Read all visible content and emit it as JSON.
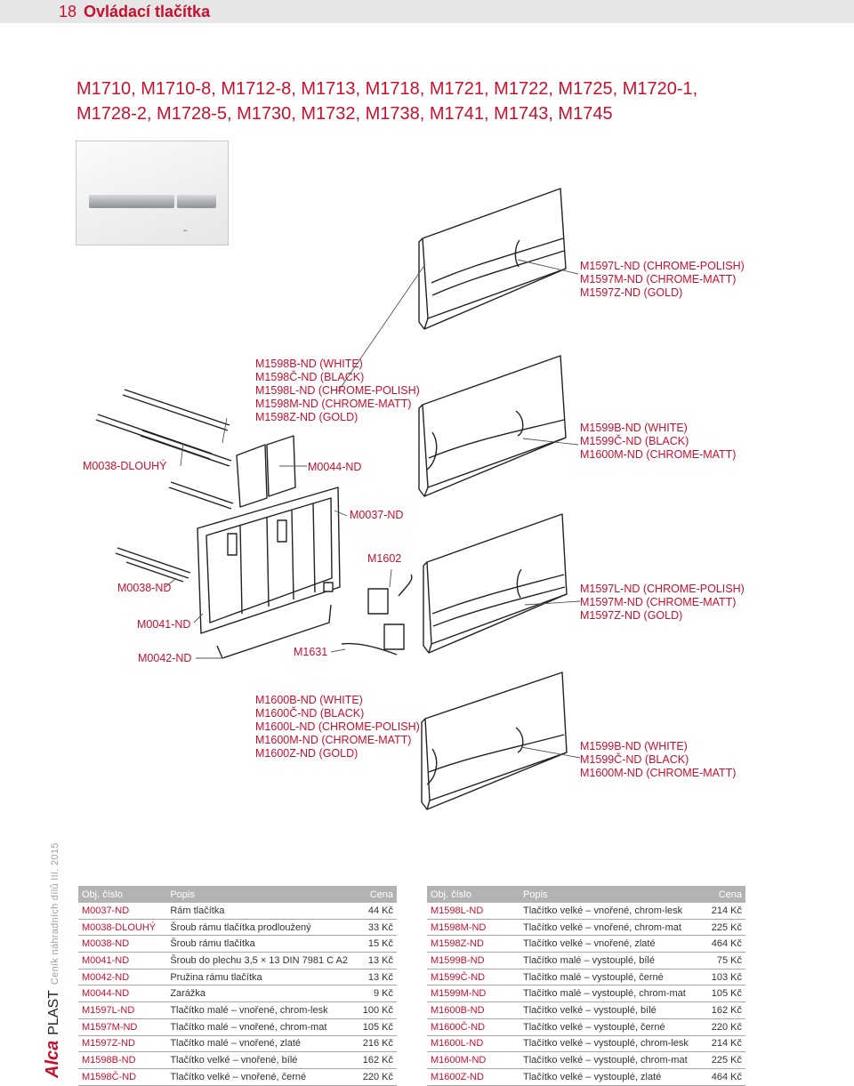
{
  "header": {
    "page_number": "18",
    "section_title": "Ovládací tlačítka"
  },
  "models_line1": "M1710, M1710-8, M1712-8, M1713, M1718, M1721, M1722, M1725, M1720-1,",
  "models_line2": "M1728-2, M1728-5, M1730, M1732, M1738, M1741, M1743, M1745",
  "labels": {
    "panel1": [
      "M1597L-ND (CHROME-POLISH)",
      "M1597M-ND (CHROME-MATT)",
      "M1597Z-ND (GOLD)"
    ],
    "m1598": [
      "M1598B-ND (WHITE)",
      "M1598Č-ND (BLACK)",
      "M1598L-ND (CHROME-POLISH)",
      "M1598M-ND (CHROME-MATT)",
      "M1598Z-ND (GOLD)"
    ],
    "panel2": [
      "M1599B-ND (WHITE)",
      "M1599Č-ND (BLACK)",
      "M1600M-ND (CHROME-MATT)"
    ],
    "m0038_dlouhy": "M0038-DLOUHÝ",
    "m0044": "M0044-ND",
    "m0037": "M0037-ND",
    "m1602": "M1602",
    "m0038": "M0038-ND",
    "panel3": [
      "M1597L-ND (CHROME-POLISH)",
      "M1597M-ND (CHROME-MATT)",
      "M1597Z-ND (GOLD)"
    ],
    "m0041": "M0041-ND",
    "m0042": "M0042-ND",
    "m1631": "M1631",
    "m1600": [
      "M1600B-ND (WHITE)",
      "M1600Č-ND (BLACK)",
      "M1600L-ND (CHROME-POLISH)",
      "M1600M-ND (CHROME-MATT)",
      "M1600Z-ND (GOLD)"
    ],
    "panel4": [
      "M1599B-ND (WHITE)",
      "M1599Č-ND (BLACK)",
      "M1600M-ND (CHROME-MATT)"
    ]
  },
  "sidebar": {
    "brand_alca": "Alca",
    "brand_plast": "PLAST",
    "footer_text": "Ceník náhradních dílů III. 2015"
  },
  "table_headers": {
    "code": "Obj. číslo",
    "desc": "Popis",
    "price": "Cena"
  },
  "parts_left": [
    {
      "code": "M0037-ND",
      "desc": "Rám tlačítka",
      "price": "44 Kč"
    },
    {
      "code": "M0038-DLOUHÝ",
      "desc": "Šroub rámu tlačítka prodloužený",
      "price": "33 Kč"
    },
    {
      "code": "M0038-ND",
      "desc": "Šroub rámu tlačítka",
      "price": "15 Kč"
    },
    {
      "code": "M0041-ND",
      "desc": "Šroub do plechu 3,5 × 13 DIN 7981 C A2",
      "price": "13 Kč"
    },
    {
      "code": "M0042-ND",
      "desc": "Pružina rámu tlačítka",
      "price": "13 Kč"
    },
    {
      "code": "M0044-ND",
      "desc": "Zarážka",
      "price": "9 Kč"
    },
    {
      "code": "M1597L-ND",
      "desc": "Tlačítko malé – vnořené, chrom-lesk",
      "price": "100 Kč"
    },
    {
      "code": "M1597M-ND",
      "desc": "Tlačítko malé – vnořené, chrom-mat",
      "price": "105 Kč"
    },
    {
      "code": "M1597Z-ND",
      "desc": "Tlačítko malé – vnořené, zlaté",
      "price": "216 Kč"
    },
    {
      "code": "M1598B-ND",
      "desc": "Tlačítko velké – vnořené, bílé",
      "price": "162 Kč"
    },
    {
      "code": "M1598Č-ND",
      "desc": "Tlačítko velké – vnořené, černé",
      "price": "220 Kč"
    }
  ],
  "parts_right": [
    {
      "code": "M1598L-ND",
      "desc": "Tlačítko velké – vnořené, chrom-lesk",
      "price": "214 Kč"
    },
    {
      "code": "M1598M-ND",
      "desc": "Tlačítko velké – vnořené, chrom-mat",
      "price": "225 Kč"
    },
    {
      "code": "M1598Z-ND",
      "desc": "Tlačítko velké – vnořené, zlaté",
      "price": "464 Kč"
    },
    {
      "code": "M1599B-ND",
      "desc": "Tlačítko malé – vystouplé, bílé",
      "price": "75 Kč"
    },
    {
      "code": "M1599Č-ND",
      "desc": "Tlačítko malé – vystouplé, černé",
      "price": "103 Kč"
    },
    {
      "code": "M1599M-ND",
      "desc": "Tlačítko malé – vystouplé, chrom-mat",
      "price": "105 Kč"
    },
    {
      "code": "M1600B-ND",
      "desc": "Tlačítko velké – vystouplé, bílé",
      "price": "162 Kč"
    },
    {
      "code": "M1600Č-ND",
      "desc": "Tlačítko velké – vystouplé, černé",
      "price": "220 Kč"
    },
    {
      "code": "M1600L-ND",
      "desc": "Tlačítko velké – vystouplé, chrom-lesk",
      "price": "214 Kč"
    },
    {
      "code": "M1600M-ND",
      "desc": "Tlačítko velké – vystouplé, chrom-mat",
      "price": "225 Kč"
    },
    {
      "code": "M1600Z-ND",
      "desc": "Tlačítko velké – vystouplé, zlaté",
      "price": "464 Kč"
    }
  ],
  "colors": {
    "accent": "#c8102e",
    "header_bg": "#e6e6e6",
    "table_header_bg": "#b3b3b3"
  }
}
